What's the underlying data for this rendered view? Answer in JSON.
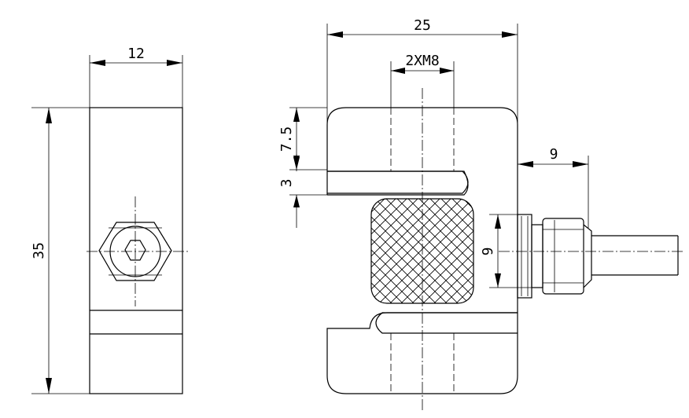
{
  "dimensions": {
    "side_width": "12",
    "side_height": "35",
    "front_width": "25",
    "thread_spec": "2XM8",
    "top_offset": "7.5",
    "slot_width": "3",
    "connector_length": "9",
    "connector_diameter": "9"
  },
  "colors": {
    "line": "#000000",
    "background": "#ffffff"
  }
}
